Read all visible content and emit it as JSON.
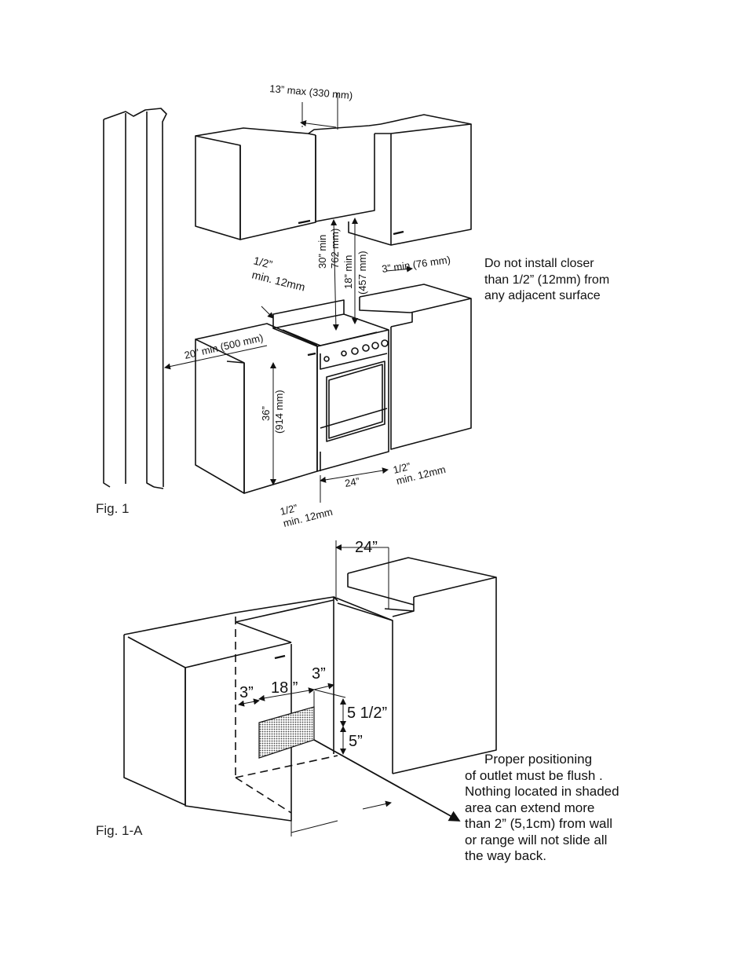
{
  "fig1": {
    "caption": "Fig. 1",
    "dims": {
      "hood_gap": "13” max (330 mm)",
      "side_gap_a": "1/2”",
      "side_gap_b": "min. 12mm",
      "cab_clear_a": "30” min",
      "cab_clear_b": "762 mm)",
      "wall_cab_a": "18” min",
      "wall_cab_b": "(457 mm)",
      "back_min": "3” min (76 mm)",
      "depth": "20” min (500 mm)",
      "height_a": "36”",
      "height_b": "(914 mm)",
      "width": "24”",
      "right_gap_a": "1/2”",
      "right_gap_b": "min. 12mm",
      "left_gap_a": "1/2”",
      "left_gap_b": "min. 12mm"
    },
    "note": [
      "Do not install closer",
      "than 1/2” (12mm) from",
      "any adjacent surface"
    ]
  },
  "fig1a": {
    "caption": "Fig. 1-A",
    "dims": {
      "width": "24”",
      "left": "3”",
      "outlet_w": "18 ”",
      "right": "3”",
      "outlet_h": "5 1/2”",
      "bottom": "5”"
    },
    "note": [
      "Proper positioning",
      "of outlet must be flush .",
      "Nothing located in shaded",
      "area can extend more",
      "than 2” (5,1cm) from wall",
      "or range will not slide all",
      "the way back."
    ]
  }
}
